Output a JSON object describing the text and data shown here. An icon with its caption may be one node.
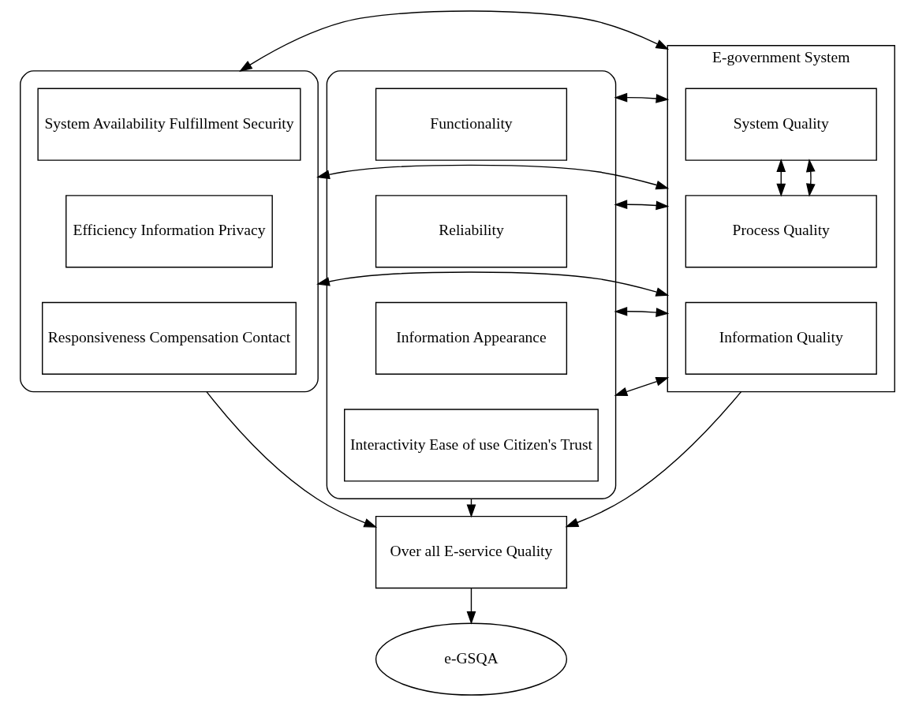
{
  "diagram": {
    "nodes": [
      {
        "text": [],
        "shape": "box"
      },
      {
        "text": [
          "System Availability Fulfillment Security"
        ],
        "in": 0
      },
      {
        "text": [
          "Efficiency Information Privacy"
        ],
        "in": 0
      },
      {
        "text": [
          "Responsiveness Compensation Contact"
        ],
        "in": 0
      },
      {
        "text": [
          "E-government System"
        ]
      },
      {
        "text": [
          "System Quality"
        ],
        "in": 4
      },
      {
        "text": [
          "Process Quality"
        ],
        "in": 4
      },
      {
        "text": [
          "Information Quality"
        ],
        "in": 4
      },
      {
        "text": [],
        "shape": "box"
      },
      {
        "text": [
          "Functionality"
        ],
        "in": 8
      },
      {
        "text": [
          "Reliability"
        ],
        "in": 8
      },
      {
        "text": [
          "Information Appearance"
        ],
        "in": 8
      },
      {
        "text": [
          "Interactivity Ease of use Citizen's Trust"
        ],
        "in": 8
      },
      {
        "text": [
          "Over all E-service Quality"
        ]
      },
      {
        "text": [
          "e-GSQA"
        ]
      }
    ],
    "edges": [
      {
        "from": 0,
        "to": 4,
        "arrow": "both"
      },
      {
        "from": 0,
        "to": 4,
        "arrow": "both"
      },
      {
        "from": 0,
        "to": 4,
        "arrow": "both"
      },
      {
        "from": 5,
        "to": 6,
        "arrow": "both"
      },
      {
        "from": 5,
        "to": 6,
        "arrow": "both"
      },
      {
        "from": 4,
        "to": 8,
        "arrow": "both"
      },
      {
        "from": 4,
        "to": 8,
        "arrow": "both"
      },
      {
        "from": 4,
        "to": 8,
        "arrow": "both"
      },
      {
        "from": 4,
        "to": 8,
        "arrow": "both"
      },
      {
        "from": 0,
        "to": 13,
        "arrow": "to"
      },
      {
        "from": 4,
        "to": 13,
        "arrow": "to"
      },
      {
        "from": 8,
        "to": 13,
        "arrow": "to"
      },
      {
        "from": 13,
        "to": 14,
        "arrow": "to"
      }
    ]
  }
}
